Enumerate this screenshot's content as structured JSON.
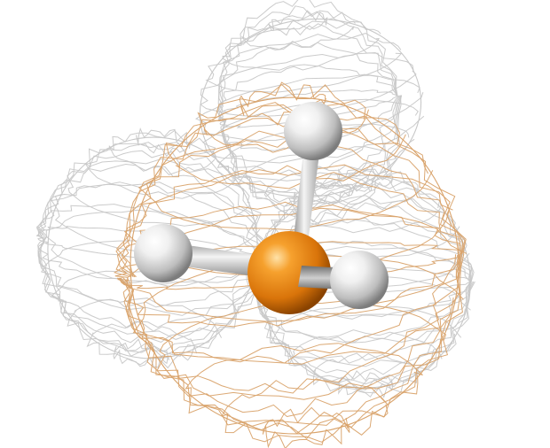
{
  "scene": {
    "background": "#ffffff",
    "atoms": [
      {
        "element": "P",
        "color": "#e8820e"
      },
      {
        "element": "H",
        "color": "#e6e6e6"
      },
      {
        "element": "H",
        "color": "#e6e6e6"
      },
      {
        "element": "H",
        "color": "#e6e6e6"
      }
    ],
    "bond_color": "#d8d8d8",
    "surface_colors": {
      "near_phosphorus": "#d9a36b",
      "near_hydrogen": "#c8c8c8"
    }
  }
}
